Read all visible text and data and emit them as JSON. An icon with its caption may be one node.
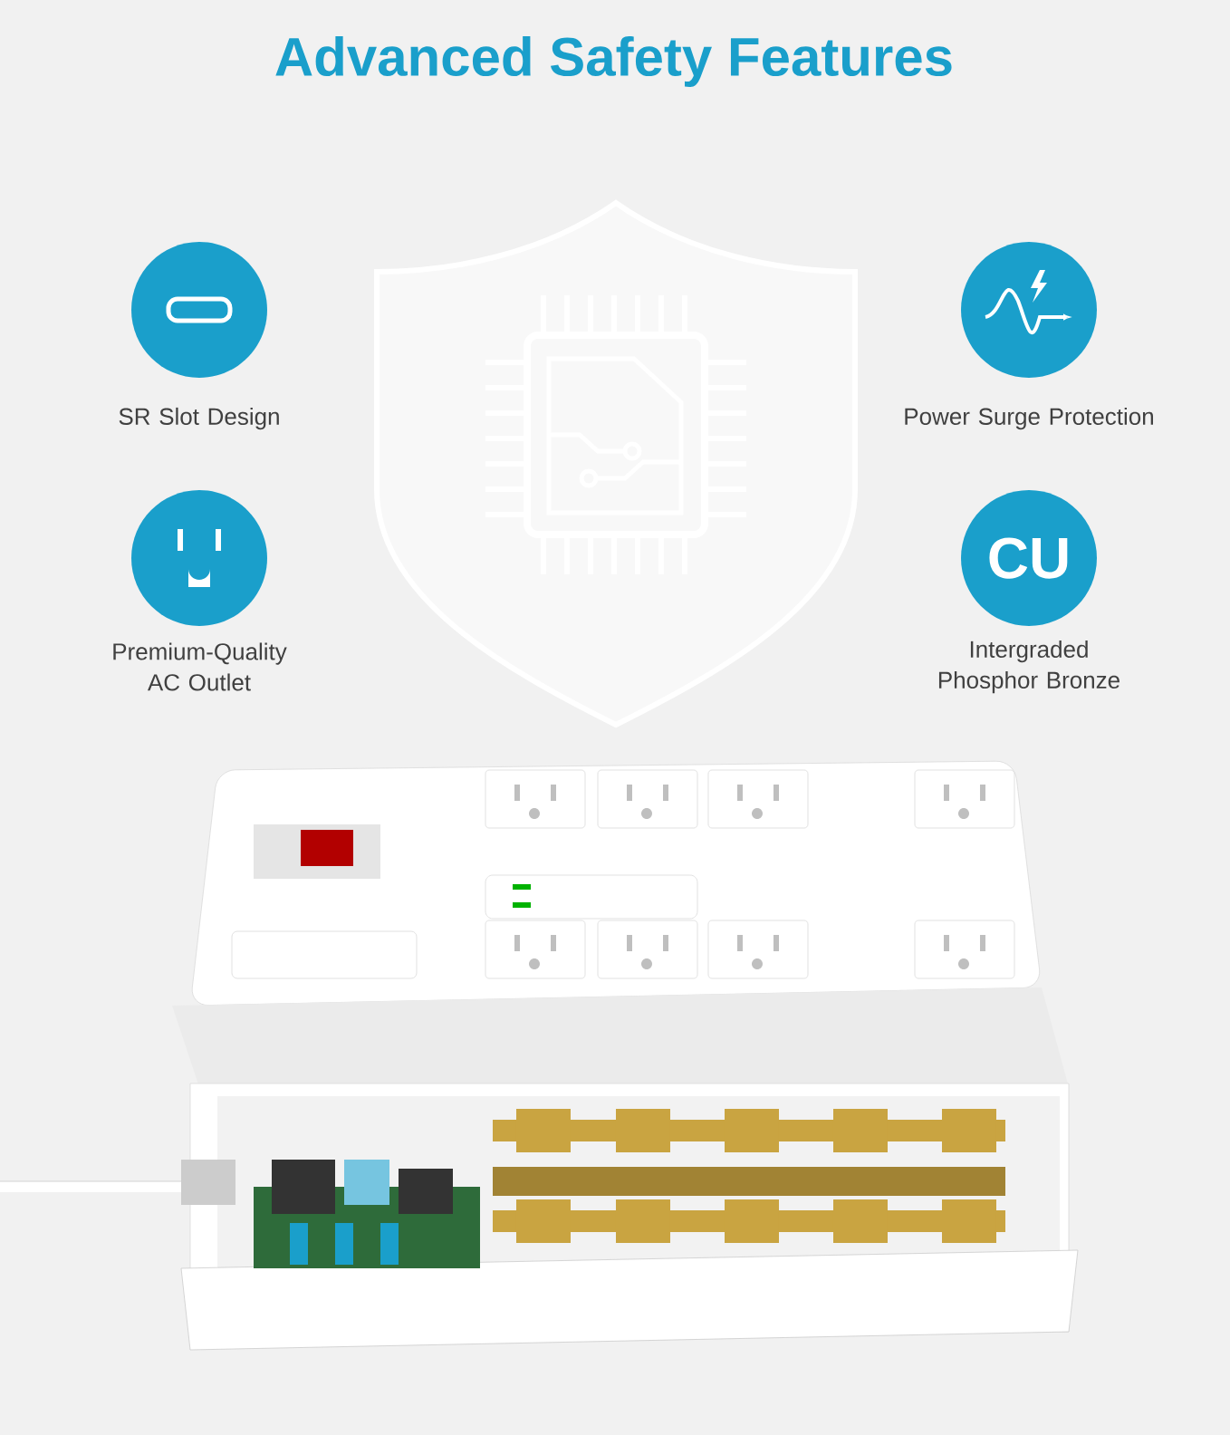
{
  "diagram": {
    "title": "Advanced Safety Features",
    "nodes": [
      {
        "text": [],
        "shape": "circle",
        "beside": [
          "SR Slot Design"
        ]
      },
      {
        "text": [],
        "shape": "circle",
        "beside": [
          "Power Surge Protection"
        ]
      },
      {
        "text": [],
        "shape": "circle",
        "beside": [
          "Premium-Quality AC Outlet"
        ]
      },
      {
        "text": [
          "CU"
        ],
        "beside": [
          "Intergraded Phosphor Bronze"
        ]
      }
    ],
    "edges": []
  }
}
